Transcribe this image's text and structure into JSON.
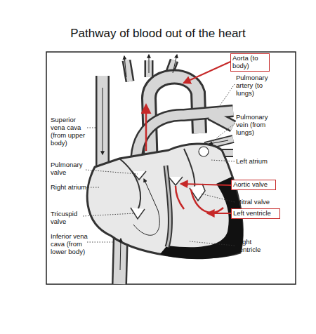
{
  "diagram": {
    "title": "Pathway of blood out of the heart",
    "nodes": [
      {
        "text": [
          "Aorta (to body)"
        ]
      },
      {
        "text": [
          "Aortic valve"
        ]
      },
      {
        "text": [
          "Left ventricle"
        ]
      }
    ],
    "labels": [
      "Superior vena cava (from upper body)",
      "Pulmonary valve",
      "Right atrium",
      "Tricuspid valve",
      "Inferior vena cava (from lower body)",
      "Pulmonary artery (to lungs)",
      "Pulmonary vein (from lungs)",
      "Left atrium",
      "Mitral valve",
      "Right ventricle"
    ]
  }
}
